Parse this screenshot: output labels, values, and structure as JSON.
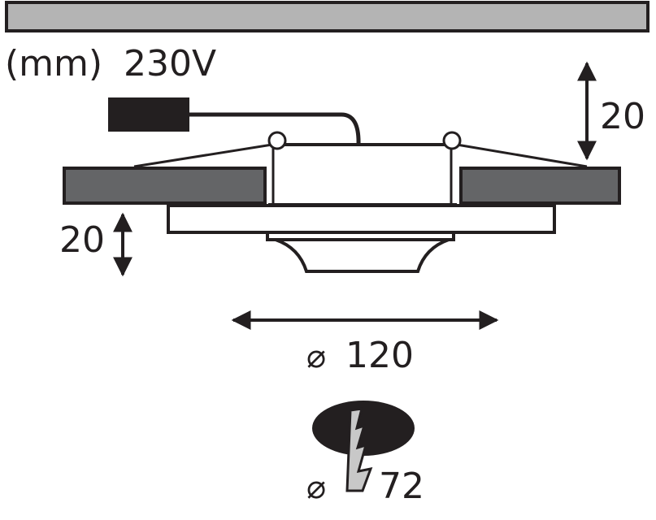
{
  "unit_label": "(mm)",
  "voltage_label": "230V",
  "dimensions": {
    "installation_depth": "20",
    "visible_height": "20",
    "outer_diameter_symbol": "⌀",
    "outer_diameter": "120",
    "cutout_diameter_symbol": "⌀",
    "cutout_diameter": "72"
  },
  "colors": {
    "ink": "#231f20",
    "ceiling": "#b4b4b4",
    "panel": "#646567",
    "cutout_blade": "#c8c8c8"
  }
}
